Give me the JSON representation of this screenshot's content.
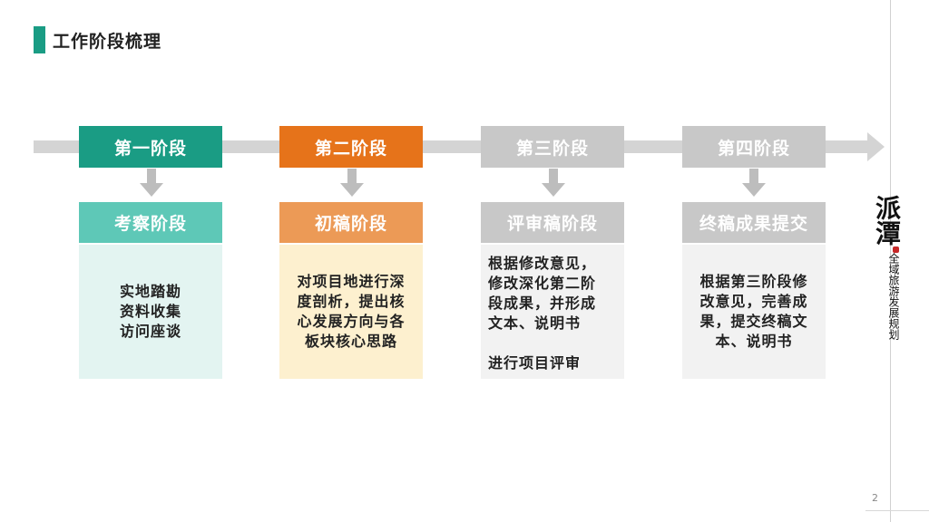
{
  "header": {
    "title": "工作阶段梳理"
  },
  "stages": [
    {
      "name": "第一阶段",
      "sub": "考察阶段",
      "body": "实地踏勘\n资料收集\n访问座谈",
      "color": "#1a9c84",
      "sub_color": "#5ec8b7",
      "body_bg": "#e3f4f1"
    },
    {
      "name": "第二阶段",
      "sub": "初稿阶段",
      "body": "对项目地进行深\n度剖析，提出核\n心发展方向与各\n板块核心思路",
      "color": "#e6731a",
      "sub_color": "#ec9a56",
      "body_bg": "#fdf0cf"
    },
    {
      "name": "第三阶段",
      "sub": "评审稿阶段",
      "body": "根据修改意见，\n修改深化第二阶\n段成果，并形成\n文本、说明书\n\n进行项目评审",
      "color": "#c8c8c8",
      "sub_color": "#c8c8c8",
      "body_bg": "#f2f2f2"
    },
    {
      "name": "第四阶段",
      "sub": "终稿成果提交",
      "body": "根据第三阶段修\n改意见，完善成\n果，提交终稿文\n本、说明书",
      "color": "#c8c8c8",
      "sub_color": "#c8c8c8",
      "body_bg": "#f2f2f2"
    }
  ],
  "logo": {
    "big": "派潭",
    "small": "全域旅游发展规划"
  },
  "footer": {
    "page": "2"
  }
}
